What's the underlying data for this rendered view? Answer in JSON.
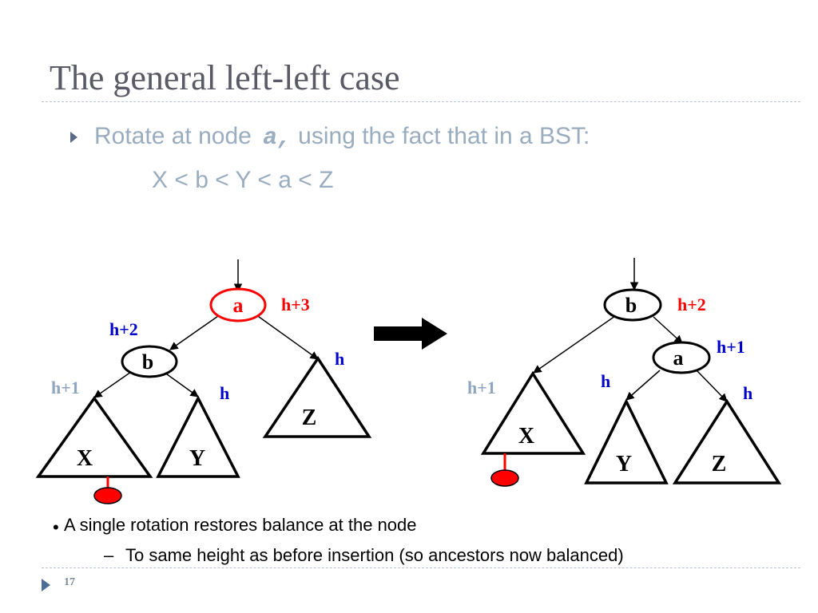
{
  "slide": {
    "title": "The general left-left case",
    "bullet": {
      "text_before": "Rotate at node ",
      "code": "a,",
      "text_after": "using the fact that in a BST:"
    },
    "inequality": "X < b < Y < a < Z",
    "points": [
      "A single rotation restores balance at the node",
      "To same height as before insertion (so ancestors now balanced)"
    ],
    "page_number": "17"
  },
  "colors": {
    "red": "#ff0000",
    "blue": "#0000cc",
    "grey_label": "#8fa6bf",
    "text_grey": "#9aacbf"
  },
  "before_tree": {
    "node_a": "a",
    "node_a_height": "h+3",
    "node_b": "b",
    "node_b_height": "h+2",
    "subtree_x": "X",
    "subtree_x_height": "h+1",
    "subtree_y": "Y",
    "subtree_y_height": "h",
    "subtree_z": "Z",
    "subtree_z_height": "h"
  },
  "after_tree": {
    "node_b": "b",
    "node_b_height": "h+2",
    "node_a": "a",
    "node_a_height": "h+1",
    "subtree_x": "X",
    "subtree_x_height": "h+1",
    "subtree_y": "Y",
    "subtree_y_height": "h",
    "subtree_z": "Z",
    "subtree_z_height": "h"
  },
  "icons": {
    "bullet": "triangle-right-icon",
    "transition": "arrow-right-icon",
    "inserted_node": "red-oval-icon"
  }
}
